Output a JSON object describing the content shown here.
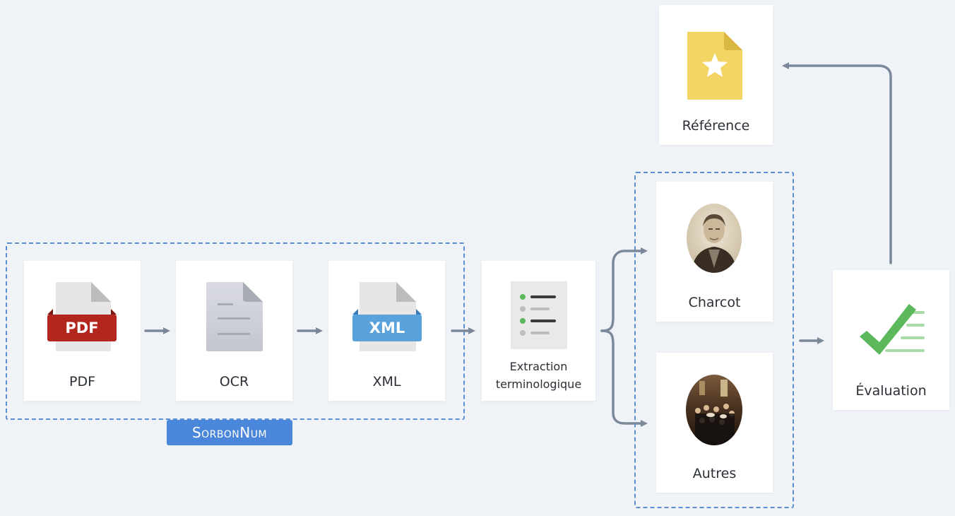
{
  "steps": {
    "pdf": {
      "label": "PDF",
      "icon": "pdf-file-icon",
      "badge_text": "PDF"
    },
    "ocr": {
      "label": "OCR",
      "icon": "document-icon"
    },
    "xml": {
      "label": "XML",
      "icon": "xml-file-icon",
      "badge_text": "XML"
    },
    "extraction": {
      "label_line1": "Extraction",
      "label_line2": "terminologique",
      "icon": "list-icon"
    },
    "charcot": {
      "label": "Charcot",
      "icon": "portrait-photo"
    },
    "autres": {
      "label": "Autres",
      "icon": "group-painting"
    },
    "evaluation": {
      "label": "Évaluation",
      "icon": "checkmark-list-icon"
    },
    "reference": {
      "label": "Référence",
      "icon": "star-document-icon"
    }
  },
  "group_badge": "SorbonNum",
  "colors": {
    "background": "#eff3f7",
    "dashed_border": "#5a8ed3",
    "arrow": "#7a8899",
    "pdf_red": "#b3261e",
    "xml_blue": "#5aa2db",
    "star_yellow": "#f2d565",
    "check_green": "#5cb85c",
    "badge_blue": "#4a86d9"
  }
}
